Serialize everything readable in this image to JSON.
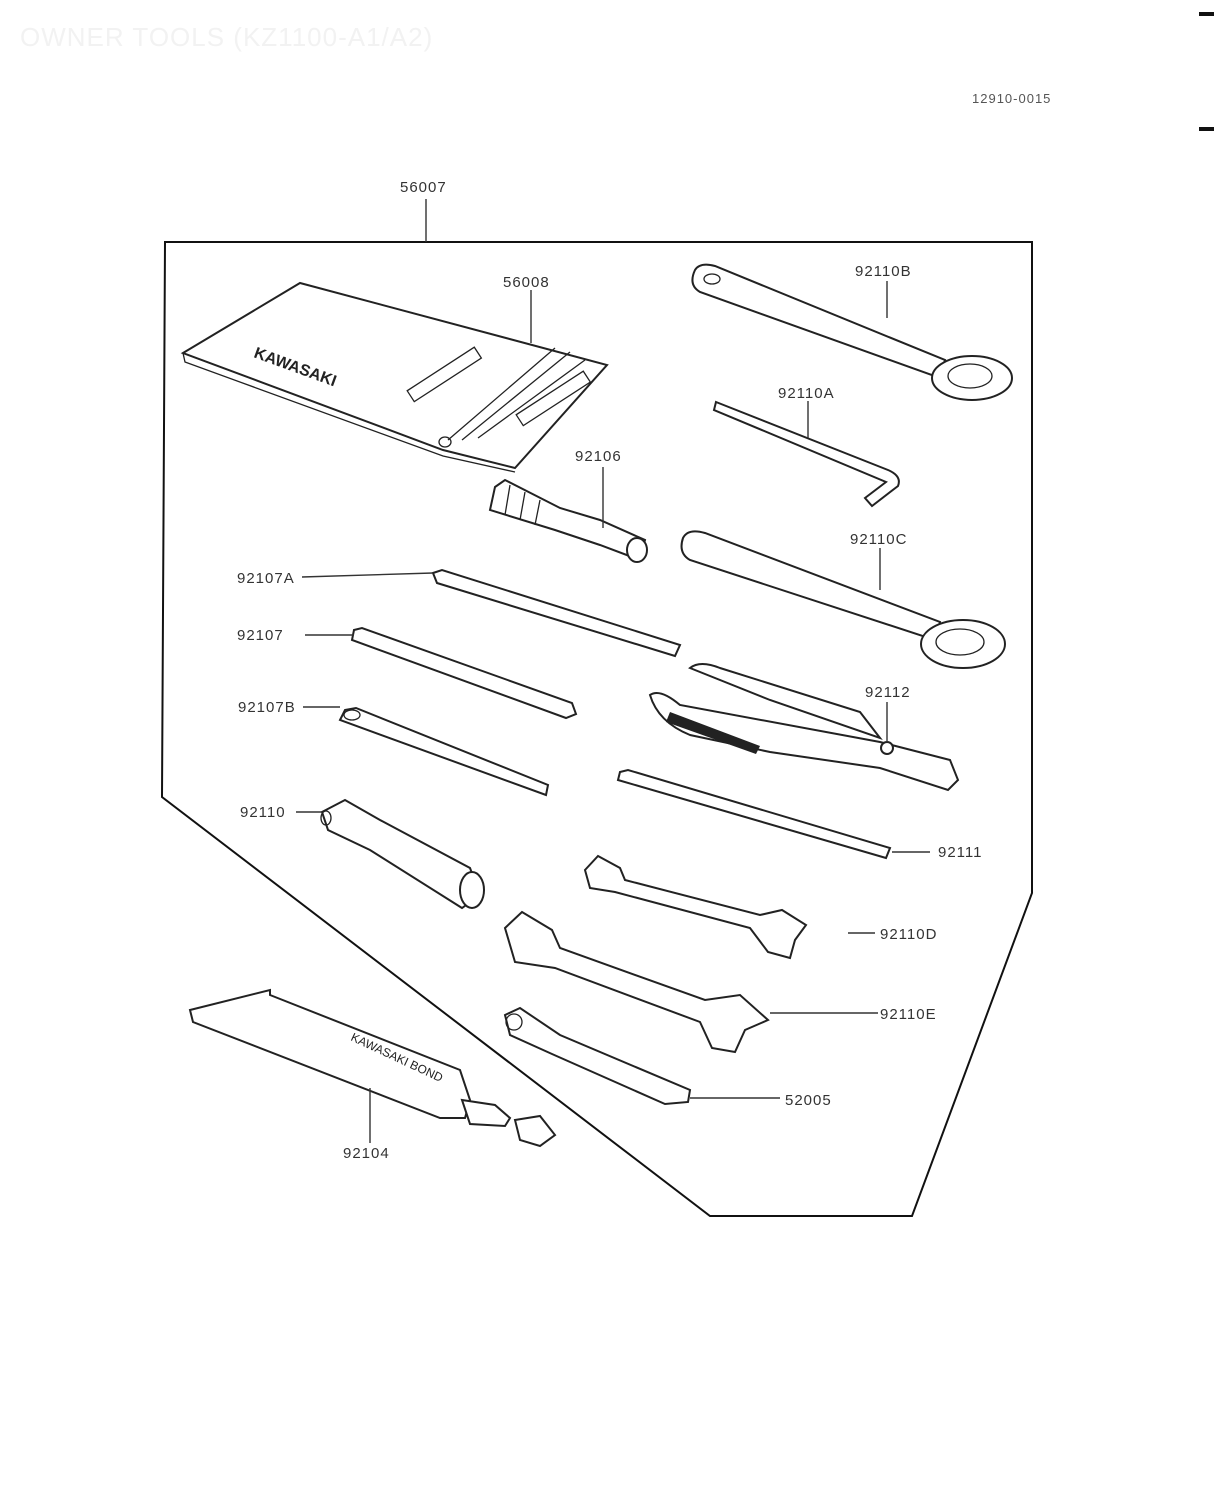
{
  "header": {
    "title": "OWNER TOOLS (KZ1100-A1/A2)",
    "ref_code": "12910-0015"
  },
  "parts": {
    "p56007": "56007",
    "p56008": "56008",
    "p92110B": "92110B",
    "p92110A": "92110A",
    "p92106": "92106",
    "p92110C": "92110C",
    "p92107A": "92107A",
    "p92107": "92107",
    "p92112": "92112",
    "p92107B": "92107B",
    "p92110": "92110",
    "p92111": "92111",
    "p92110D": "92110D",
    "p92110E": "92110E",
    "p52005": "52005",
    "p92104": "92104"
  },
  "pouch_brand": "KAWASAKI",
  "tube_brand": "KAWASAKI BOND"
}
